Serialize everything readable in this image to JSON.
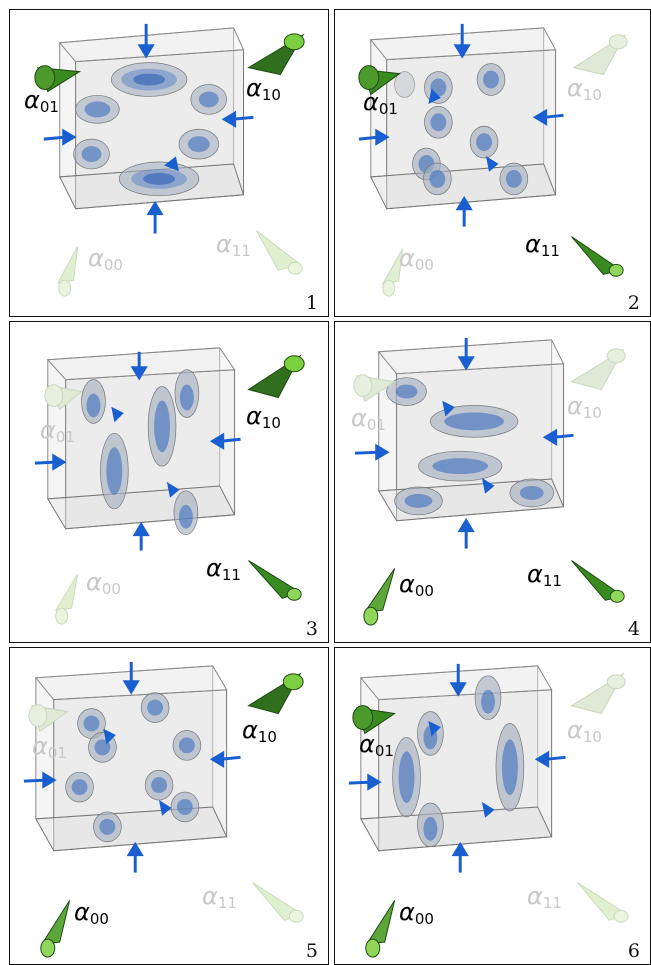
{
  "panels": [
    {
      "number": "1",
      "labels": {
        "a01": {
          "text": "α01",
          "active": true
        },
        "a10": {
          "text": "α10",
          "active": true
        },
        "a00": {
          "text": "α00",
          "active": false
        },
        "a11": {
          "text": "α11",
          "active": false
        }
      },
      "blobs": "panel1"
    },
    {
      "number": "2",
      "labels": {
        "a01": {
          "text": "α01",
          "active": true
        },
        "a10": {
          "text": "α10",
          "active": false
        },
        "a00": {
          "text": "α00",
          "active": false
        },
        "a11": {
          "text": "α11",
          "active": true
        }
      },
      "blobs": "panel2"
    },
    {
      "number": "3",
      "labels": {
        "a01": {
          "text": "α01",
          "active": false
        },
        "a10": {
          "text": "α10",
          "active": true
        },
        "a00": {
          "text": "α00",
          "active": false
        },
        "a11": {
          "text": "α11",
          "active": true
        }
      },
      "blobs": "panel3"
    },
    {
      "number": "4",
      "labels": {
        "a01": {
          "text": "α01",
          "active": false
        },
        "a10": {
          "text": "α10",
          "active": false
        },
        "a00": {
          "text": "α00",
          "active": true
        },
        "a11": {
          "text": "α11",
          "active": true
        }
      },
      "blobs": "panel4"
    },
    {
      "number": "5",
      "labels": {
        "a01": {
          "text": "α01",
          "active": false
        },
        "a10": {
          "text": "α10",
          "active": true
        },
        "a00": {
          "text": "α00",
          "active": true
        },
        "a11": {
          "text": "α11",
          "active": false
        }
      },
      "blobs": "panel5"
    },
    {
      "number": "6",
      "labels": {
        "a01": {
          "text": "α01",
          "active": true
        },
        "a10": {
          "text": "α10",
          "active": false
        },
        "a00": {
          "text": "α00",
          "active": true
        },
        "a11": {
          "text": "α11",
          "active": false
        }
      },
      "blobs": "panel6"
    }
  ],
  "colors": {
    "cone_active": "#2f6f1e",
    "cone_active_light": "#8fd65a",
    "cone_inactive": "#dff0d0",
    "arrow": "#1a5fd0",
    "blob_outer": "#9aa6b8",
    "blob_inner": "#3f6fc0",
    "cube_fill": "#ececec",
    "cube_edge": "#6b6b6b"
  }
}
